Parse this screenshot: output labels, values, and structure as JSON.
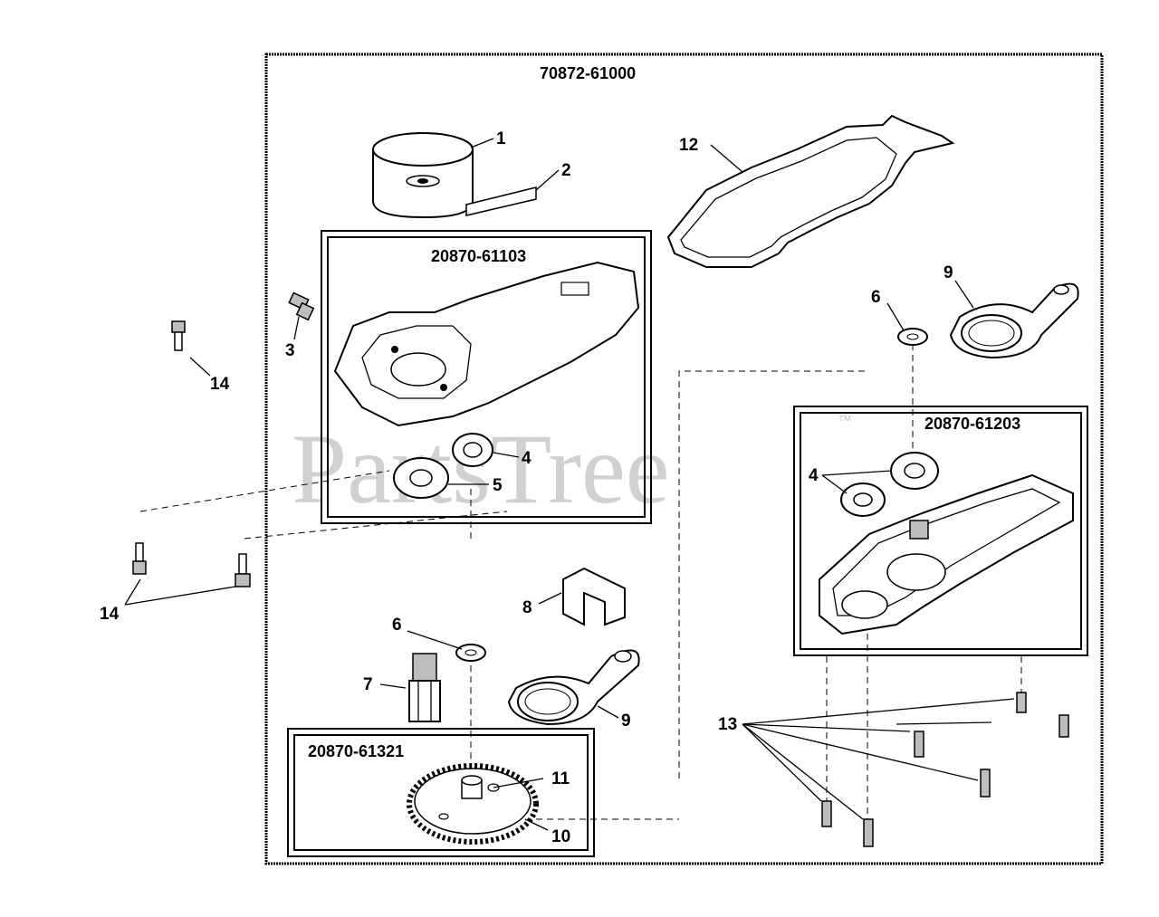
{
  "diagram": {
    "assembly_number": "70872-61000",
    "subassemblies": [
      {
        "id": "upper-case",
        "part_number": "20870-61103"
      },
      {
        "id": "lower-case",
        "part_number": "20870-61203"
      },
      {
        "id": "gear",
        "part_number": "20870-61321"
      }
    ],
    "callouts": [
      "1",
      "2",
      "3",
      "4",
      "5",
      "6",
      "7",
      "8",
      "9",
      "10",
      "11",
      "12",
      "13",
      "14"
    ],
    "watermark": "PartsTree",
    "watermark_mark": "™"
  }
}
